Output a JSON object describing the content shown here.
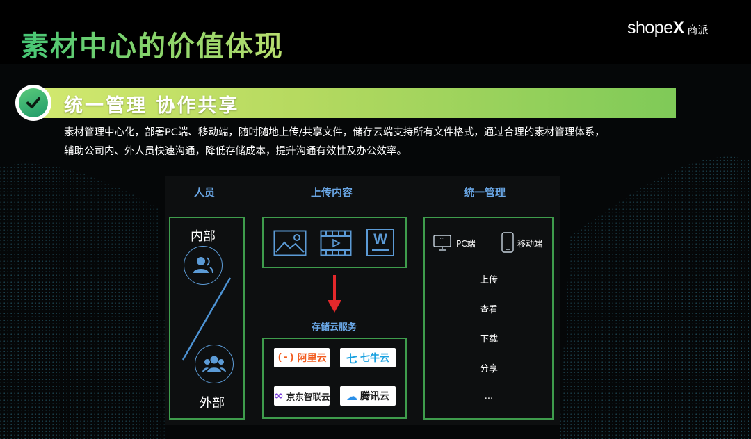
{
  "header": {
    "title": "素材中心的价值体现",
    "logo_word": "shope",
    "logo_x": "X",
    "logo_cn": "商派"
  },
  "banner": {
    "title": "统一管理  协作共享"
  },
  "description": {
    "line1": "素材管理中心化，部署PC端、移动端，随时随地上传/共享文件，储存云端支持所有文件格式，通过合理的素材管理体系，",
    "line2": "辅助公司内、外人员快速沟通，降低存储成本，提升沟通有效性及办公效率。"
  },
  "diagram": {
    "people": {
      "heading": "人员",
      "internal": "内部",
      "external": "外部"
    },
    "upload": {
      "heading": "上传内容",
      "icons": [
        "image-icon",
        "video-icon",
        "word-document-icon"
      ],
      "word_letter": "W",
      "storage_label": "存储云服务",
      "providers": [
        {
          "name": "阿里云",
          "mark": "(-)",
          "color": "#f25a1c"
        },
        {
          "name": "七牛云",
          "mark": "七",
          "color": "#1aa1e0"
        },
        {
          "name": "京东智联云",
          "mark": "∞",
          "color": "#2a2a2a"
        },
        {
          "name": "腾讯云",
          "mark": "☁",
          "color": "#1a1a1a"
        }
      ]
    },
    "management": {
      "heading": "统一管理",
      "devices": [
        {
          "icon": "monitor-icon",
          "label": "PC端",
          "screen_text": "..."
        },
        {
          "icon": "mobile-phone-icon",
          "label": "移动端"
        }
      ],
      "operations": [
        "上传",
        "查看",
        "下载",
        "分享",
        "..."
      ]
    }
  },
  "colors": {
    "title_green": "#6fce70",
    "banner_start": "#d1e86f",
    "banner_end": "#7fca58",
    "heading_blue": "#6aa7e6",
    "box_green": "#3e9c4c",
    "arrow_red": "#e3282b"
  }
}
